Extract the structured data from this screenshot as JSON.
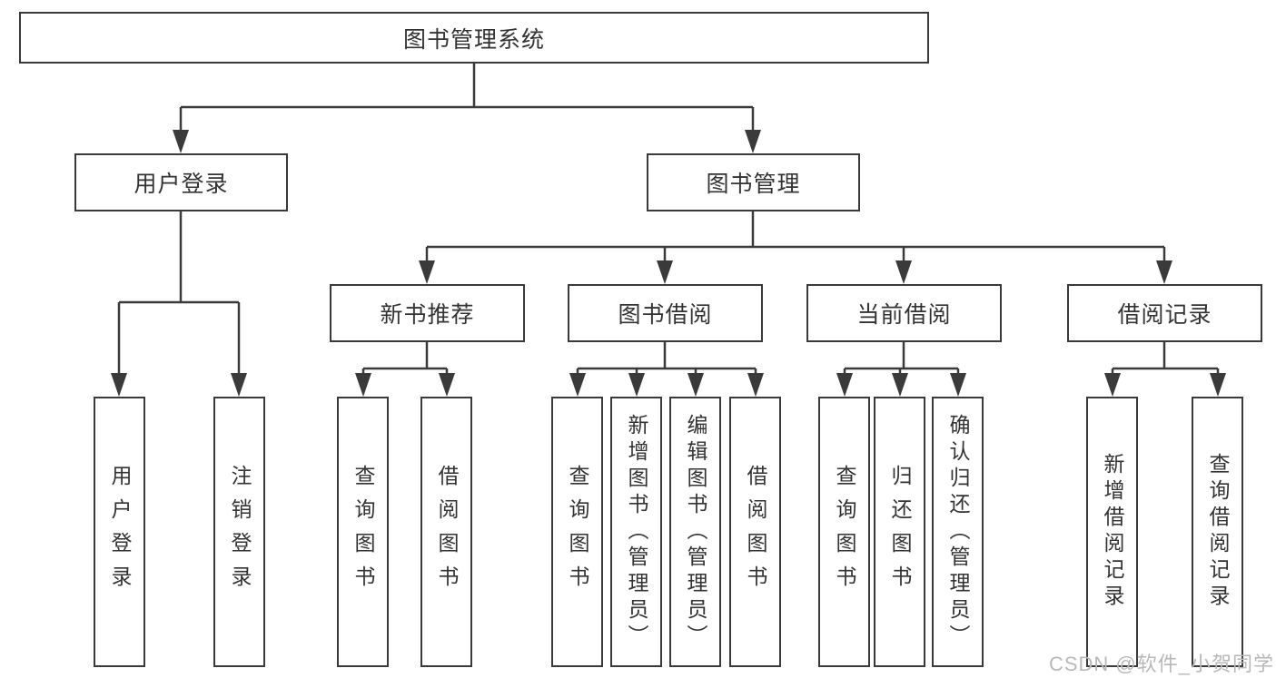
{
  "diagram": {
    "root": {
      "label": "图书管理系统"
    },
    "branches": [
      {
        "label": "用户登录",
        "leaves": [
          "用户登录",
          "注销登录"
        ]
      },
      {
        "label": "图书管理",
        "groups": [
          {
            "label": "新书推荐",
            "leaves": [
              "查询图书",
              "借阅图书"
            ]
          },
          {
            "label": "图书借阅",
            "leaves": [
              "查询图书",
              "新增图书（管理员）",
              "编辑图书（管理员）",
              "借阅图书"
            ]
          },
          {
            "label": "当前借阅",
            "leaves": [
              "查询图书",
              "归还图书",
              "确认归还（管理员）"
            ]
          },
          {
            "label": "借阅记录",
            "leaves": [
              "新增借阅记录",
              "查询借阅记录"
            ]
          }
        ]
      }
    ]
  },
  "watermark": "CSDN @软件_小贺同学",
  "colors": {
    "line": "#3a3a3a",
    "text": "#333333",
    "watermark": "#b8b8b8",
    "background": "#ffffff"
  }
}
